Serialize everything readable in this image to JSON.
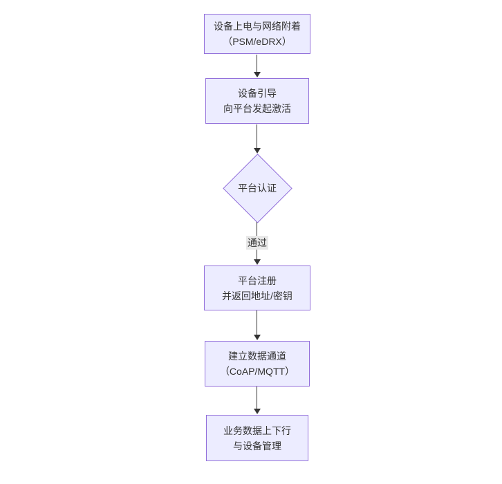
{
  "diagram": {
    "type": "flowchart",
    "direction": "top-down",
    "colors": {
      "node_fill": "#ECECFF",
      "node_border": "#9370DB",
      "edge_line": "#333333",
      "edge_label_bg": "#e8e8e8",
      "text": "#333333",
      "background": "#ffffff"
    },
    "nodes": [
      {
        "id": "A",
        "shape": "rect",
        "lines": [
          "设备上电与网络附着",
          "（PSM/eDRX）"
        ]
      },
      {
        "id": "B",
        "shape": "rect",
        "lines": [
          "设备引导",
          "向平台发起激活"
        ]
      },
      {
        "id": "C",
        "shape": "diamond",
        "lines": [
          "平台认证"
        ]
      },
      {
        "id": "D",
        "shape": "rect",
        "lines": [
          "平台注册",
          "并返回地址/密钥"
        ]
      },
      {
        "id": "E",
        "shape": "rect",
        "lines": [
          "建立数据通道",
          "（CoAP/MQTT）"
        ]
      },
      {
        "id": "F",
        "shape": "rect",
        "lines": [
          "业务数据上下行",
          "与设备管理"
        ]
      }
    ],
    "edges": [
      {
        "from": "A",
        "to": "B",
        "label": ""
      },
      {
        "from": "B",
        "to": "C",
        "label": ""
      },
      {
        "from": "C",
        "to": "D",
        "label": "通过"
      },
      {
        "from": "D",
        "to": "E",
        "label": ""
      },
      {
        "from": "E",
        "to": "F",
        "label": ""
      }
    ]
  }
}
